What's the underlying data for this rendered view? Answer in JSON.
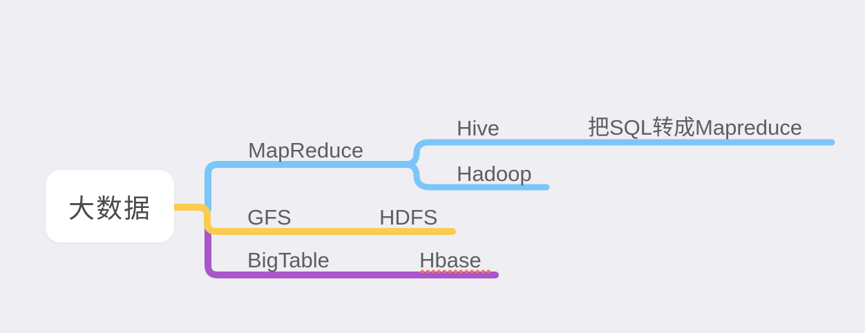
{
  "canvas": {
    "background": "#EEEEF3",
    "label_text_color": "#5E5E62",
    "root_text_color": "#4A4A4E",
    "root_bg_color": "#FFFFFF",
    "spellcheck_dot_color": "#F2736D"
  },
  "mindmap": {
    "root": {
      "label": "大数据"
    },
    "branches": [
      {
        "label": "MapReduce",
        "color": "#7AC6F8",
        "children": [
          {
            "label": "Hive",
            "children": [
              {
                "label": "把SQL转成Mapreduce"
              }
            ]
          },
          {
            "label": "Hadoop"
          }
        ]
      },
      {
        "label": "GFS",
        "color": "#FCCB4F",
        "children": [
          {
            "label": "HDFS"
          }
        ]
      },
      {
        "label": "BigTable",
        "color": "#A957C8",
        "children": [
          {
            "label": "Hbase",
            "spellcheck": "true"
          }
        ]
      }
    ]
  }
}
